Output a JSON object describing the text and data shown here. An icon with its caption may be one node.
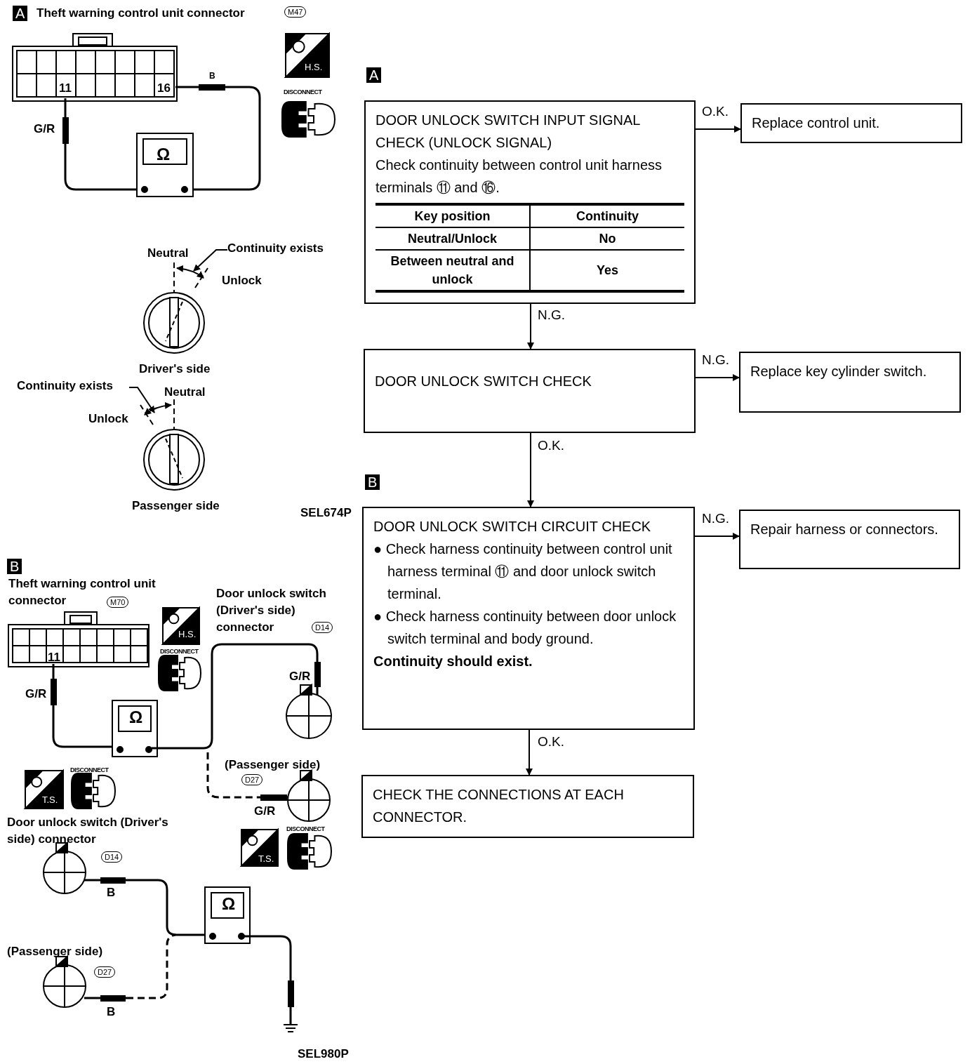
{
  "diagram": {
    "nodes": [
      {
        "text": [
          "DOOR UNLOCK SWITCH INPUT SIGNAL CHECK (UNLOCK SIGNAL)",
          "Check continuity between control unit harness terminals ⑪ and ⑯."
        ],
        "beside": [
          "A"
        ]
      },
      {
        "text": [
          "Replace control unit."
        ]
      },
      {
        "text": [
          "DOOR UNLOCK SWITCH CHECK"
        ]
      },
      {
        "text": [
          "Replace key cylinder switch."
        ]
      },
      {
        "text": [
          "DOOR UNLOCK SWITCH CIRCUIT CHECK",
          "● Check harness continuity between control unit harness terminal ⑪ and door unlock switch terminal.",
          "● Check harness continuity between door unlock switch terminal and body ground.",
          "Continuity should exist."
        ],
        "beside": [
          "B"
        ]
      },
      {
        "text": [
          "Repair harness or connectors."
        ]
      },
      {
        "text": [
          "CHECK THE CONNECTIONS AT EACH CONNECTOR."
        ]
      },
      {
        "text": [
          "Continuity exists"
        ]
      },
      {
        "text": [
          "Continuity exists"
        ]
      },
      {
        "text": [],
        "shape": "arc"
      },
      {
        "text": [],
        "shape": "arc"
      }
    ],
    "edges": [
      {
        "from": 0,
        "to": 1,
        "arrow": "to",
        "label": "O.K."
      },
      {
        "from": 0,
        "to": 2,
        "arrow": "to",
        "label": "N.G."
      },
      {
        "from": 2,
        "to": 3,
        "arrow": "to",
        "label": "N.G."
      },
      {
        "from": 2,
        "to": 4,
        "arrow": "to",
        "label": "O.K."
      },
      {
        "from": 4,
        "to": 5,
        "arrow": "to",
        "label": "N.G."
      },
      {
        "from": 4,
        "to": 6,
        "arrow": "to",
        "label": "O.K."
      },
      {
        "from": 7,
        "to": 9,
        "arrow": "to"
      },
      {
        "from": 8,
        "to": 10,
        "arrow": "to"
      }
    ],
    "labels": [
      "A",
      "Theft warning control unit connector",
      "M47",
      "11",
      "16",
      "B",
      "G/R",
      "Ω",
      "H.S.",
      "DISCONNECT",
      "Neutral",
      "Unlock",
      "Driver's side",
      "Neutral",
      "Unlock",
      "Passenger side",
      "SEL674P",
      "B",
      "Theft warning control unit connector",
      "M70",
      "Door unlock switch (Driver's side) connector",
      "D14",
      "H.S.",
      "DISCONNECT",
      "11",
      "G/R",
      "Ω",
      "G/R",
      "(Passenger side)",
      "D27",
      "G/R",
      "T.S.",
      "DISCONNECT",
      "Door unlock switch (Driver's side) connector",
      "D14",
      "B",
      "T.S.",
      "DISCONNECT",
      "Ω",
      "(Passenger side)",
      "D27",
      "B",
      "SEL980P",
      "Key position",
      "Continuity",
      "Neutral/Unlock",
      "No",
      "Between neutral and unlock",
      "Yes"
    ]
  }
}
